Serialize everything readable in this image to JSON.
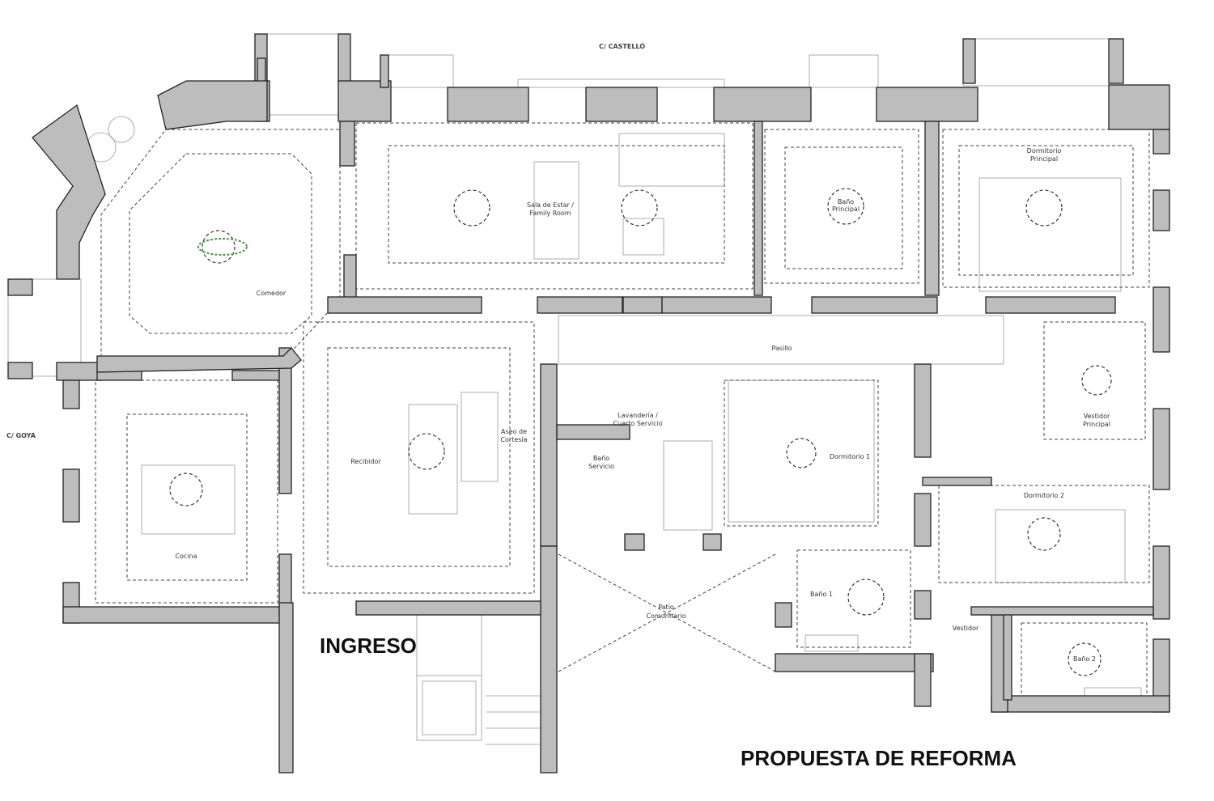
{
  "title": "PROPUESTA DE REFORMA",
  "entrance_label": "INGRESO",
  "streets": {
    "top": "C/ CASTELLÓ",
    "left": "C/ GOYA"
  },
  "rooms": {
    "sala": [
      "Sala de Estar /",
      "Family Room"
    ],
    "comedor": "Comedor",
    "bano_principal": [
      "Baño",
      "Principal"
    ],
    "dormitorio_principal": [
      "Dormitorio",
      "Principal"
    ],
    "pasillo": "Pasillo",
    "vestidor_principal": [
      "Vestidor",
      "Principal"
    ],
    "aseo": [
      "Aseo de",
      "Cortesía"
    ],
    "lavanderia": [
      "Lavandería /",
      "Cuarto Servicio"
    ],
    "bano_servicio": [
      "Baño",
      "Servicio"
    ],
    "recibidor": "Recibidor",
    "dormitorio1": "Dormitorio 1",
    "dormitorio2": "Dormitorio 2",
    "cocina": "Cocina",
    "bano1": "Baño 1",
    "patio": [
      "Patio",
      "Comunitario"
    ],
    "vestidor": "Vestidor",
    "bano2": "Baño 2"
  },
  "colors": {
    "wall": "#bdbdbd",
    "line": "#222222",
    "plant": "#4a9a4a"
  }
}
